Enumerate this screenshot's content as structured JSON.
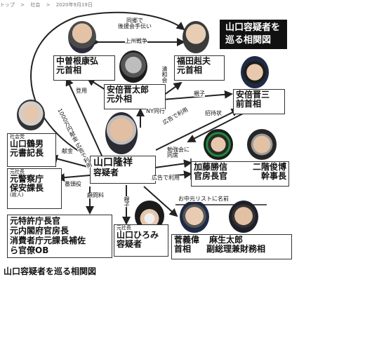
{
  "breadcrumb": [
    "トップ",
    ">",
    "社会",
    ">",
    "2020年9月19日"
  ],
  "title": [
    "山口容疑者を",
    "巡る相関図"
  ],
  "caption": "山口容疑者を巡る相関図",
  "people": {
    "nakasone": [
      "中曽根康弘",
      "元首相"
    ],
    "fukuda": [
      "福田赳夫",
      "元首相"
    ],
    "shintaro": [
      "安倍晋太郎",
      "元外相"
    ],
    "shinzo": [
      "安倍晋三",
      "前首相"
    ],
    "yamaguchi_tsuruo": {
      "role": "社会党",
      "name": [
        "山口鶴男",
        "元書記長"
      ]
    },
    "yamaguchi_takayoshi": [
      "山口隆祥",
      "容疑者"
    ],
    "police": {
      "role": "元社長",
      "name": [
        "元警察庁",
        "保安課長"
      ],
      "note": "(故人)"
    },
    "officials": [
      "元特許庁長官",
      "元内閣府官房長",
      "消費者庁元課長補佐",
      "ら官僚OB"
    ],
    "hiromi": {
      "role": "元社長",
      "name": [
        "山口ひろみ",
        "容疑者"
      ]
    },
    "kato_nikai": [
      "加藤勝信",
      "官房長官",
      "二階俊博",
      "幹事長"
    ],
    "suga_aso": [
      "菅義偉",
      "首相",
      "麻生太郎",
      "副総理兼財務相"
    ]
  },
  "edges": {
    "dosho": [
      "同郷で",
      "後援会手伝い"
    ],
    "joshu": "上州戦争",
    "seiwakai": "清和会",
    "toyo": "登用",
    "oyako1": "親子",
    "ny": "NY同行",
    "koukoku1": "広告で利用",
    "shotai": "招待状",
    "money": [
      "1000万円献金",
      "広告で利用"
    ],
    "kenkin": "献金",
    "bankata": "番頭役",
    "komon": "顧問料",
    "oyako2": "親子",
    "benkyokai": [
      "勉強会に",
      "同席"
    ],
    "koukoku2": "広告で利用",
    "ochugen": "お中元リストに名前"
  },
  "colors": {
    "line": "#222222",
    "title_bg": "#111111",
    "box_border": "#333333"
  }
}
